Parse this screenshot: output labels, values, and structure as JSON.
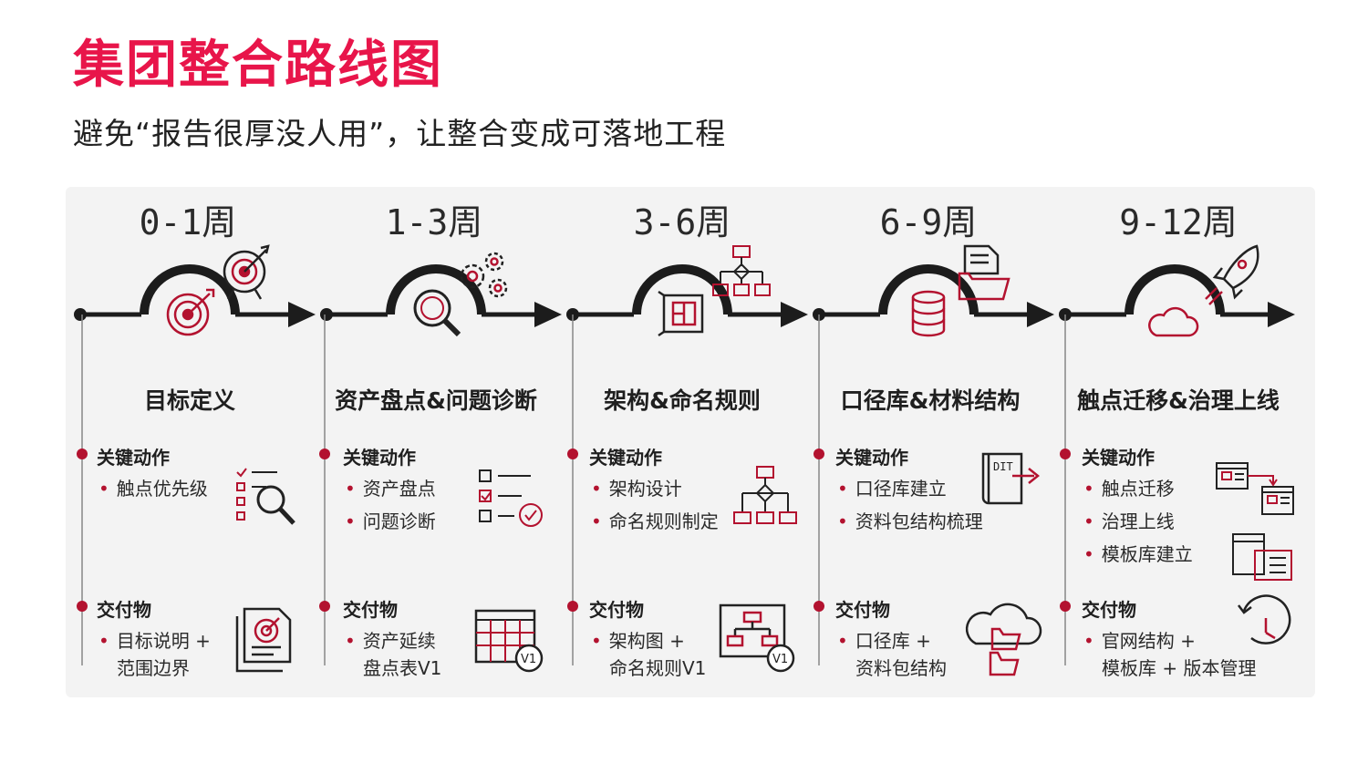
{
  "header": {
    "title": "集团整合路线图",
    "subtitle": "避免“报告很厚没人用”，让整合变成可落地工程"
  },
  "labels": {
    "actions": "关键动作",
    "deliverables": "交付物"
  },
  "colors": {
    "accent": "#e8154a",
    "icon": "#b3122f",
    "line": "#1c1c1c",
    "panel": "#f3f3f3"
  },
  "stages": [
    {
      "week": "0-1周",
      "title": "目标定义",
      "main_icon": "target-icon",
      "aux_icon": "target-arrow-icon",
      "actions": [
        "触点优先级"
      ],
      "action_icon": "checklist-search-icon",
      "deliverables": [
        "目标说明 +",
        "范围边界"
      ],
      "deliverable_icon": "target-document-icon"
    },
    {
      "week": "1-3周",
      "title": "资产盘点&问题诊断",
      "main_icon": "magnifier-icon",
      "aux_icon": "gears-icon",
      "actions": [
        "资产盘点",
        "问题诊断"
      ],
      "action_icon": "checklist-check-icon",
      "deliverables": [
        "资产延续",
        "盘点表V1"
      ],
      "deliverable_icon": "spreadsheet-v1-icon"
    },
    {
      "week": "3-6周",
      "title": "架构&命名规则",
      "main_icon": "blueprint-icon",
      "aux_icon": "flowchart-icon",
      "actions": [
        "架构设计",
        "命名规则制定"
      ],
      "action_icon": "flowchart-icon",
      "deliverables": [
        "架构图 +",
        "命名规则V1"
      ],
      "deliverable_icon": "org-chart-v1-icon"
    },
    {
      "week": "6-9周",
      "title": "口径库&材料结构",
      "main_icon": "database-icon",
      "aux_icon": "document-folder-icon",
      "actions": [
        "口径库建立",
        "资料包结构梳理"
      ],
      "action_icon": "book-export-icon",
      "deliverables": [
        "口径库 +",
        "资料包结构"
      ],
      "deliverable_icon": "cloud-folders-icon"
    },
    {
      "week": "9-12周",
      "title": "触点迁移&治理上线",
      "main_icon": "cloud-icon",
      "aux_icon": "rocket-icon",
      "actions": [
        "触点迁移",
        "治理上线",
        "模板库建立"
      ],
      "action_icon": "migration-windows-icon",
      "deliverables": [
        "官网结构 +",
        "模板库 + 版本管理"
      ],
      "deliverable_icon": "clock-history-icon"
    }
  ]
}
